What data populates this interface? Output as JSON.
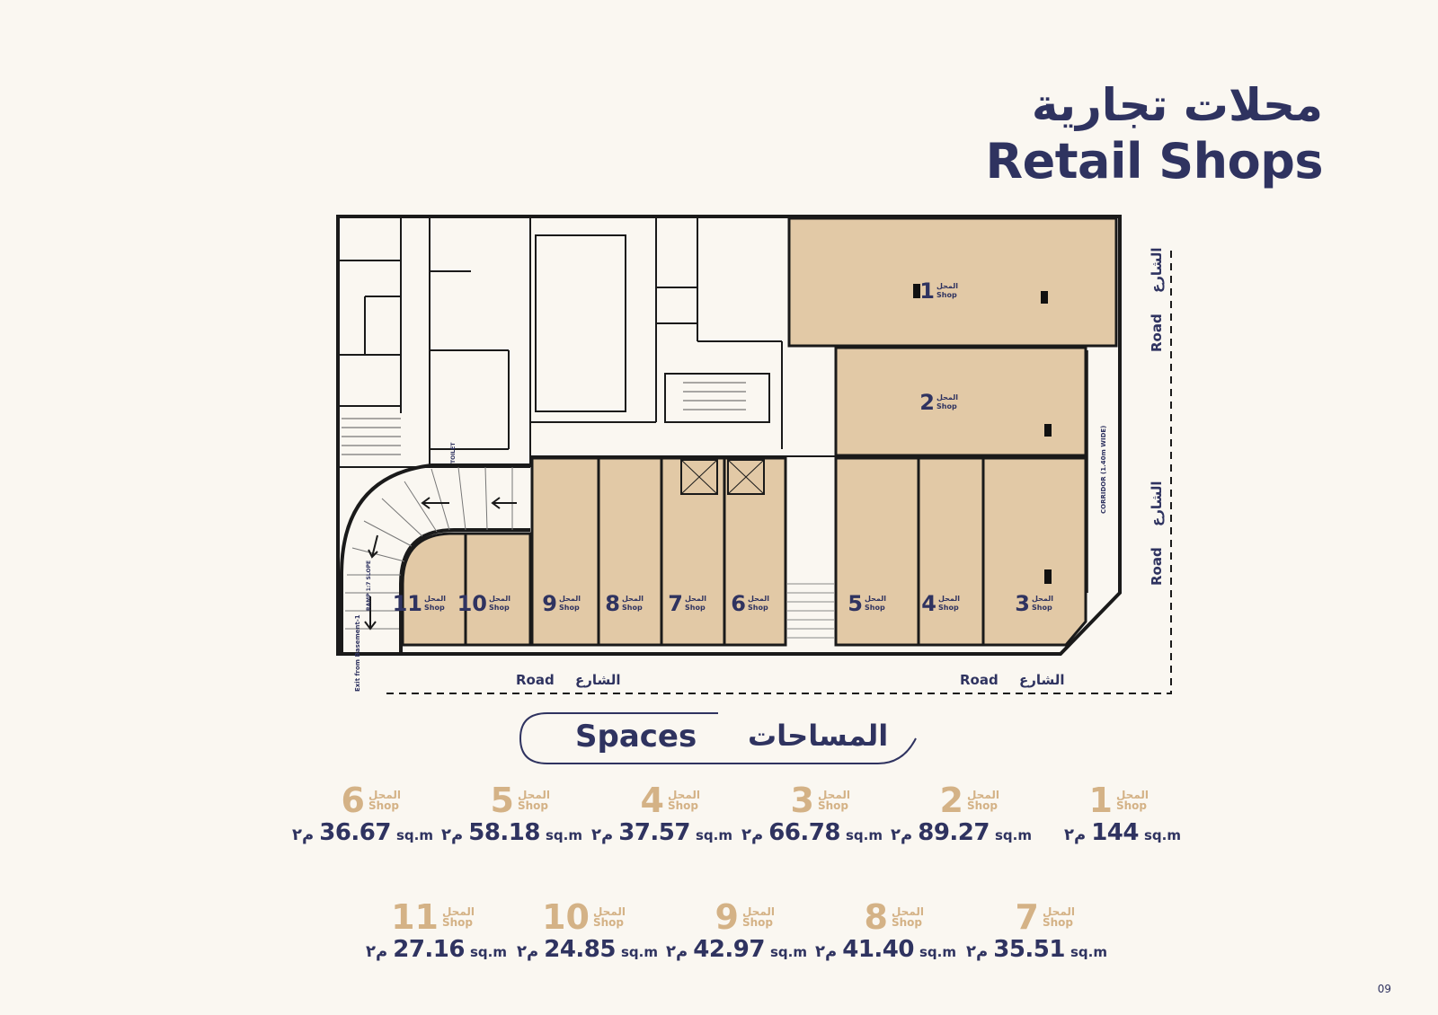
{
  "title_ar": "محلات تجارية",
  "title_en": "Retail Shops",
  "plan": {
    "shop_label_ar": "المحل",
    "shop_label_en": "Shop",
    "road_en": "Road",
    "road_ar": "الشارع",
    "corridor": "CORRIDOR (1.40m WIDE)",
    "ramp": "RAMP 1:7 SLOPE",
    "exit": "Exit from Basement-1",
    "toilet": "TOILET"
  },
  "spaces": {
    "en": "Spaces",
    "ar": "المساحات"
  },
  "area_unit_ar": "م٢",
  "area_unit_en": "sq.m",
  "shops_row1": [
    {
      "num": "6",
      "area": "36.67"
    },
    {
      "num": "5",
      "area": "58.18"
    },
    {
      "num": "4",
      "area": "37.57"
    },
    {
      "num": "3",
      "area": "66.78"
    },
    {
      "num": "2",
      "area": "89.27"
    },
    {
      "num": "1",
      "area": "144"
    }
  ],
  "shops_row2": [
    {
      "num": "11",
      "area": "27.16"
    },
    {
      "num": "10",
      "area": "24.85"
    },
    {
      "num": "9",
      "area": "42.97"
    },
    {
      "num": "8",
      "area": "41.40"
    },
    {
      "num": "7",
      "area": "35.51"
    }
  ],
  "page_number": "09",
  "colors": {
    "navy": "#2f3360",
    "shop_fill": "#e2c9a6",
    "gold": "#d4b286",
    "background": "#faf7f1"
  }
}
